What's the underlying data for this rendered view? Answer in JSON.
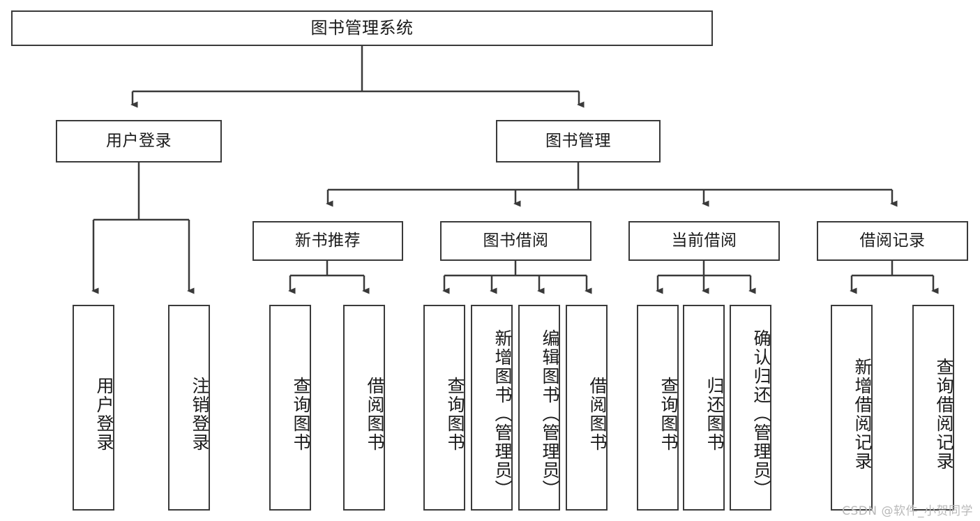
{
  "diagram": {
    "type": "tree-hierarchy-chart",
    "title": "图书管理系统",
    "watermark": "CSDN @软件_小贺同学",
    "stroke_color": "#3a3a3a",
    "fill_color": "#ffffff",
    "text_color": "#1a1a1a",
    "levels": [
      {
        "level": 1,
        "nodes": [
          {
            "id": "root",
            "label": "图书管理系统",
            "orientation": "horizontal"
          }
        ]
      },
      {
        "level": 2,
        "nodes": [
          {
            "id": "user-login",
            "label": "用户登录",
            "orientation": "horizontal",
            "parent": "root"
          },
          {
            "id": "book-management",
            "label": "图书管理",
            "orientation": "horizontal",
            "parent": "root"
          }
        ]
      },
      {
        "level": 3,
        "nodes": [
          {
            "id": "new-book-recommend",
            "label": "新书推荐",
            "orientation": "horizontal",
            "parent": "book-management"
          },
          {
            "id": "book-borrow",
            "label": "图书借阅",
            "orientation": "horizontal",
            "parent": "book-management"
          },
          {
            "id": "current-borrow",
            "label": "当前借阅",
            "orientation": "horizontal",
            "parent": "book-management"
          },
          {
            "id": "borrow-record",
            "label": "借阅记录",
            "orientation": "horizontal",
            "parent": "book-management"
          }
        ]
      },
      {
        "level": 4,
        "nodes": [
          {
            "id": "leaf-user-login",
            "label": "用户登录",
            "orientation": "vertical",
            "parent": "user-login"
          },
          {
            "id": "leaf-logout-login",
            "label": "注销登录",
            "orientation": "vertical",
            "parent": "user-login"
          },
          {
            "id": "leaf-query-book-1",
            "label": "查询图书",
            "orientation": "vertical",
            "parent": "new-book-recommend"
          },
          {
            "id": "leaf-borrow-book-1",
            "label": "借阅图书",
            "orientation": "vertical",
            "parent": "new-book-recommend"
          },
          {
            "id": "leaf-query-book-2",
            "label": "查询图书",
            "orientation": "vertical",
            "parent": "book-borrow"
          },
          {
            "id": "leaf-add-book",
            "label": "新增图书（管理员）",
            "orientation": "vertical",
            "parent": "book-borrow"
          },
          {
            "id": "leaf-edit-book",
            "label": "编辑图书（管理员）",
            "orientation": "vertical",
            "parent": "book-borrow"
          },
          {
            "id": "leaf-borrow-book-2",
            "label": "借阅图书",
            "orientation": "vertical",
            "parent": "book-borrow"
          },
          {
            "id": "leaf-query-book-3",
            "label": "查询图书",
            "orientation": "vertical",
            "parent": "current-borrow"
          },
          {
            "id": "leaf-return-book",
            "label": "归还图书",
            "orientation": "vertical",
            "parent": "current-borrow"
          },
          {
            "id": "leaf-confirm-return",
            "label": "确认归还（管理员）",
            "orientation": "vertical",
            "parent": "current-borrow"
          },
          {
            "id": "leaf-add-record",
            "label": "新增借阅记录",
            "orientation": "vertical",
            "parent": "borrow-record"
          },
          {
            "id": "leaf-query-record",
            "label": "查询借阅记录",
            "orientation": "vertical",
            "parent": "borrow-record"
          }
        ]
      }
    ]
  }
}
